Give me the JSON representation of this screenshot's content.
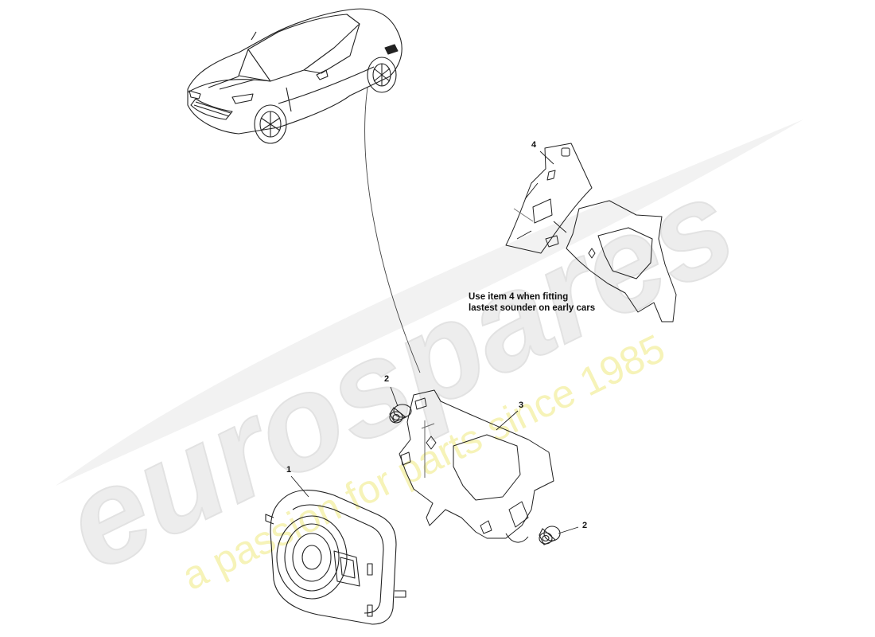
{
  "diagram": {
    "callouts": {
      "item1": "1",
      "item2a": "2",
      "item2b": "2",
      "item3": "3",
      "item4": "4"
    },
    "note": {
      "line1": "Use item 4 when fitting",
      "line2": "lastest sounder on early cars"
    }
  },
  "watermark": {
    "brand": "eurospares",
    "tagline": "a passion for parts since 1985",
    "brand_color": "#e9e9e9",
    "tagline_color": "#f3f0a8"
  }
}
